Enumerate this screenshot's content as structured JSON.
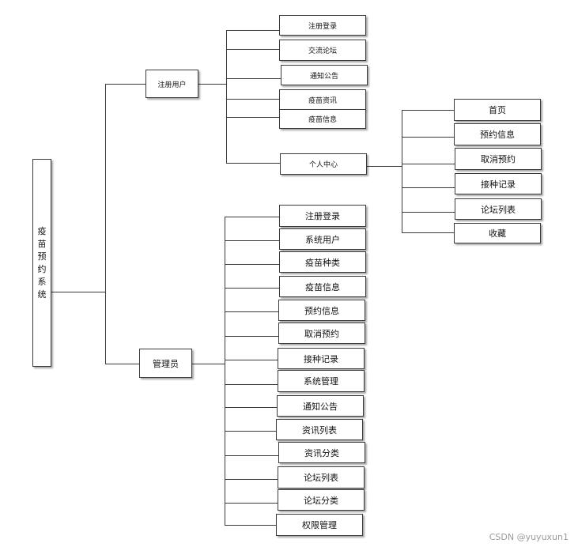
{
  "root": {
    "label": "疫苗预约系统"
  },
  "user_group": {
    "label": "注册用户",
    "items": [
      "注册登录",
      "交流论坛",
      "通知公告",
      "疫苗资讯",
      "疫苗信息",
      "个人中心"
    ]
  },
  "personal_center": {
    "items": [
      "首页",
      "预约信息",
      "取消预约",
      "接种记录",
      "论坛列表",
      "收藏"
    ]
  },
  "admin_group": {
    "label": "管理员",
    "items": [
      "注册登录",
      "系统用户",
      "疫苗种类",
      "疫苗信息",
      "预约信息",
      "取消预约",
      "接种记录",
      "系统管理",
      "通知公告",
      "资讯列表",
      "资讯分类",
      "论坛列表",
      "论坛分类",
      "权限管理"
    ]
  },
  "watermark": "CSDN @yuyuxun1"
}
